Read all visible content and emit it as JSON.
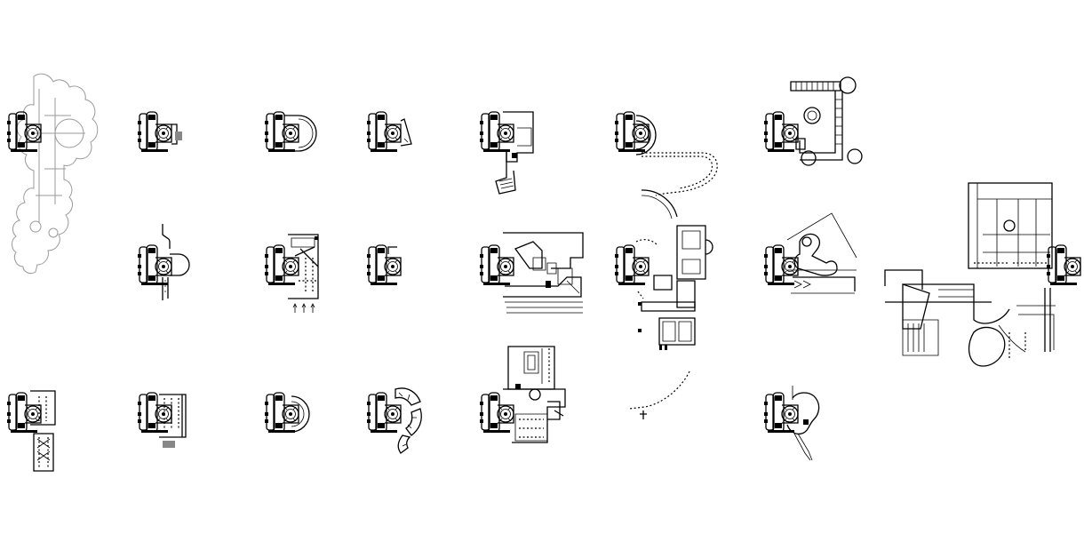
{
  "sheet": {
    "background": "#ffffff",
    "ink_color": "#000000",
    "ghost_color": "#9a9a9a"
  },
  "panels": [
    {
      "id": "ghost-cathedral",
      "icon": "cathedral-plan-icon",
      "style": "grey"
    },
    {
      "id": "r1c2",
      "icon": "small-annex-plan-icon"
    },
    {
      "id": "r1c3",
      "icon": "semicircle-annex-plan-icon"
    },
    {
      "id": "r1c4",
      "icon": "triangle-annex-plan-icon"
    },
    {
      "id": "r1c5",
      "icon": "stepped-annex-plan-icon"
    },
    {
      "id": "r1c6",
      "icon": "colonnade-hook-plan-icon"
    },
    {
      "id": "r1c7",
      "icon": "tower-wing-plan-icon"
    },
    {
      "id": "r2c2",
      "icon": "pipe-annex-plan-icon"
    },
    {
      "id": "r2c3",
      "icon": "grid-hall-plan-icon"
    },
    {
      "id": "r2c4",
      "icon": "bare-core-plan-icon"
    },
    {
      "id": "r2c5",
      "icon": "complex-block-plan-icon"
    },
    {
      "id": "r2c6",
      "icon": "villa-complex-plan-icon"
    },
    {
      "id": "r2c7",
      "icon": "organic-ramp-plan-icon"
    },
    {
      "id": "r2c8",
      "icon": "urban-block-plan-icon"
    },
    {
      "id": "r3c1",
      "icon": "nave-extension-plan-icon"
    },
    {
      "id": "r3c2",
      "icon": "square-court-plan-icon"
    },
    {
      "id": "r3c3",
      "icon": "semicircle-dome-plan-icon"
    },
    {
      "id": "r3c4",
      "icon": "fan-arc-plan-icon"
    },
    {
      "id": "r3c5",
      "icon": "courtyard-complex-plan-icon"
    },
    {
      "id": "r3c7",
      "icon": "blob-path-plan-icon"
    }
  ]
}
